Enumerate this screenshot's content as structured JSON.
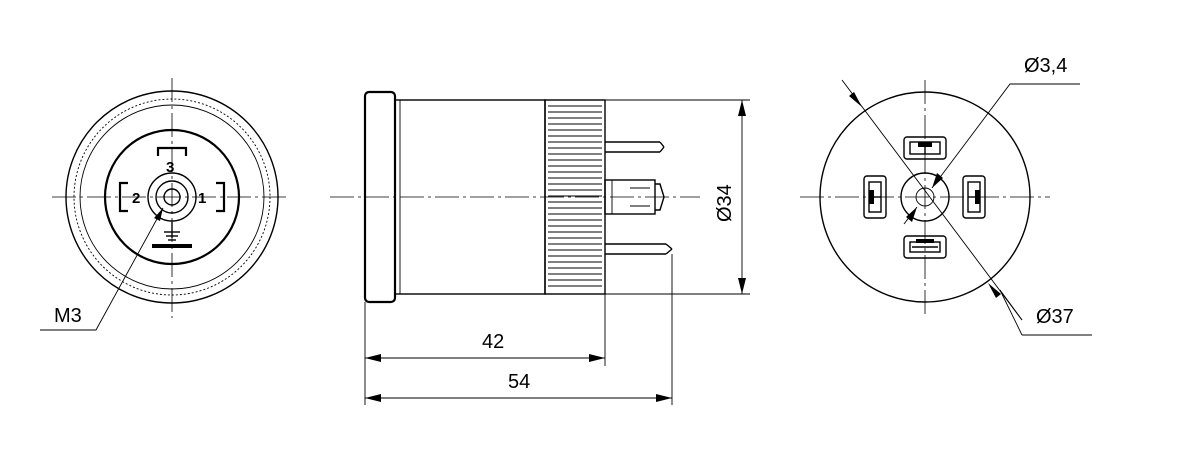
{
  "dimensions": {
    "thread": "M3",
    "length_short": "42",
    "length_total": "54",
    "diameter_body": "Ø34",
    "diameter_pin": "Ø3,4",
    "diameter_outer": "Ø37"
  },
  "pin_labels": {
    "pin1": "1",
    "pin2": "2",
    "pin3": "3"
  }
}
